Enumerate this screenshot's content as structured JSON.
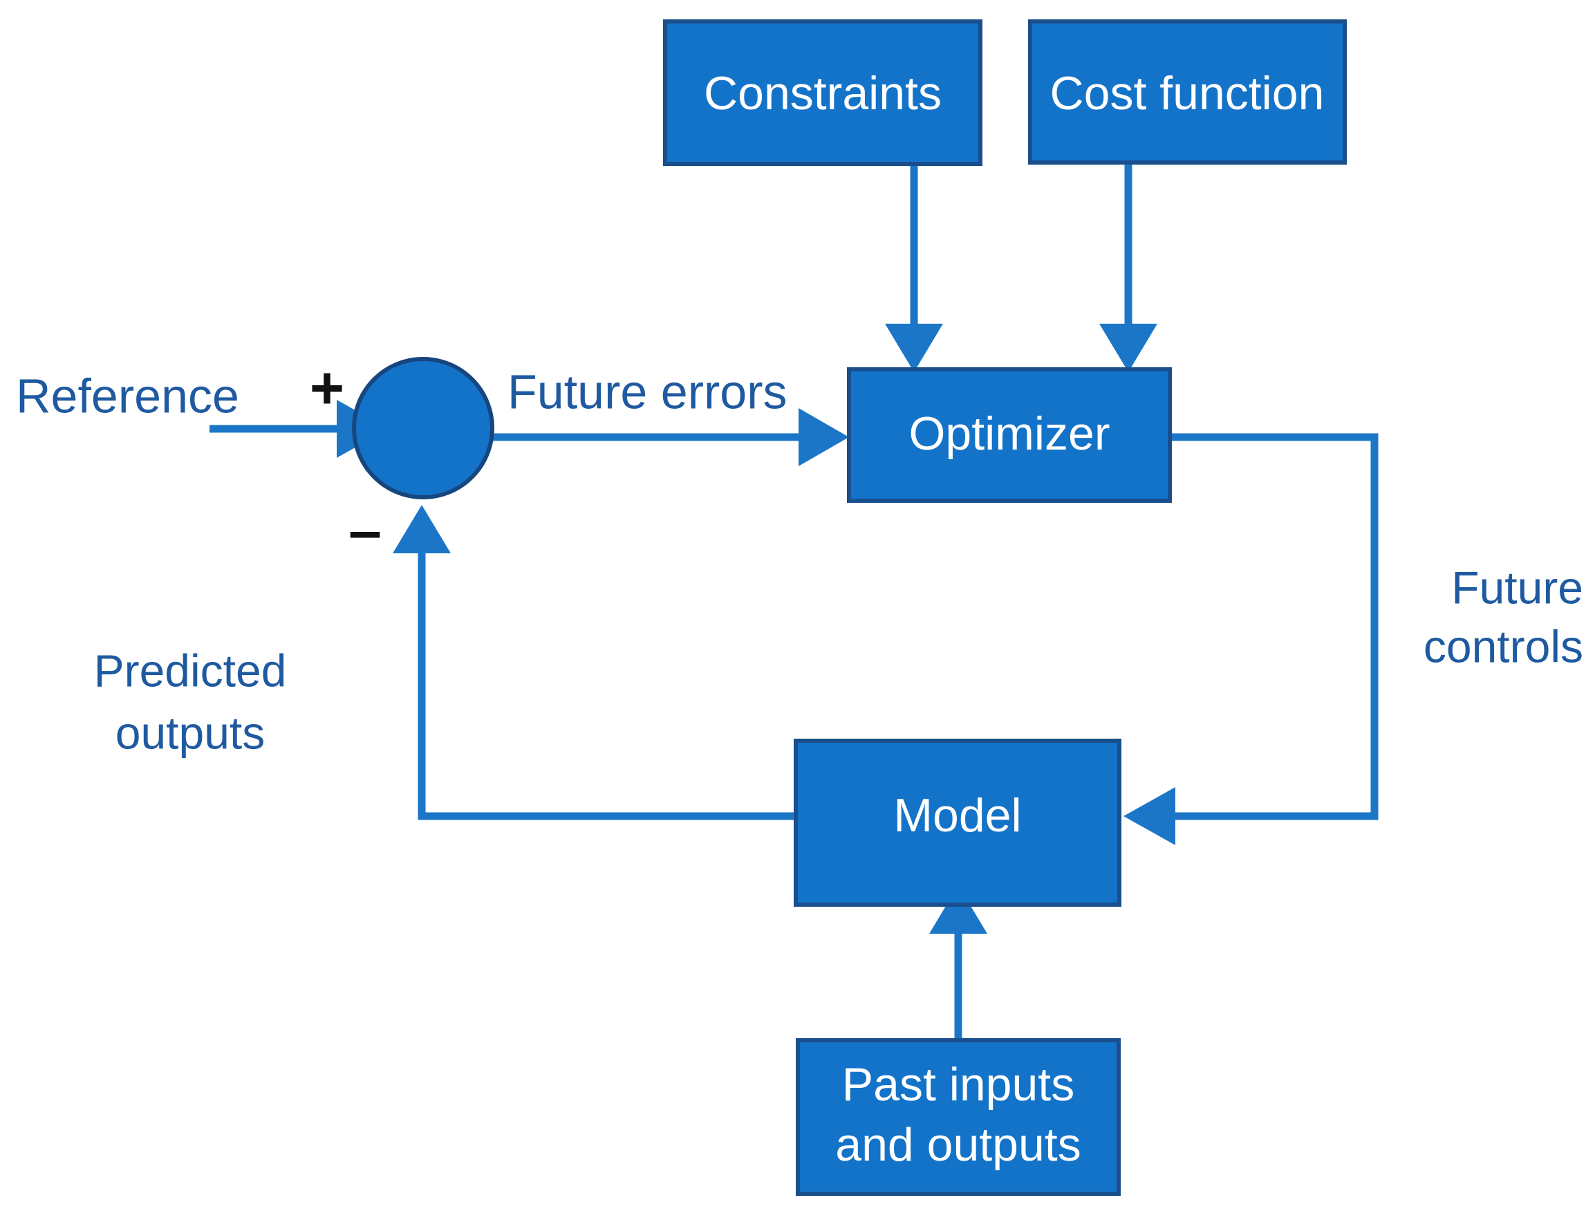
{
  "diagram": {
    "title": "Model Predictive Control block diagram",
    "colors": {
      "box_fill": "#1373C9",
      "box_border": "#1A4E8C",
      "box_text": "#ffffff",
      "wire": "#1C76C8",
      "edge_text": "#1F5AA0",
      "sign_text": "#111111",
      "background": "#ffffff"
    },
    "blocks": [
      {
        "id": "constraints",
        "label": "Constraints"
      },
      {
        "id": "cost_function",
        "label": "Cost function"
      },
      {
        "id": "optimizer",
        "label": "Optimizer"
      },
      {
        "id": "model",
        "label": "Model"
      },
      {
        "id": "past_io_line1",
        "label": "Past inputs"
      },
      {
        "id": "past_io_line2",
        "label": "and outputs"
      }
    ],
    "signals": [
      {
        "id": "reference",
        "label": "Reference"
      },
      {
        "id": "future_errors",
        "label": "Future errors"
      },
      {
        "id": "future_controls_l1",
        "label": "Future"
      },
      {
        "id": "future_controls_l2",
        "label": "controls"
      },
      {
        "id": "predicted_out_l1",
        "label": "Predicted"
      },
      {
        "id": "predicted_out_l2",
        "label": "outputs"
      }
    ],
    "junction": {
      "plus_sign": "+",
      "minus_sign": "–"
    }
  }
}
